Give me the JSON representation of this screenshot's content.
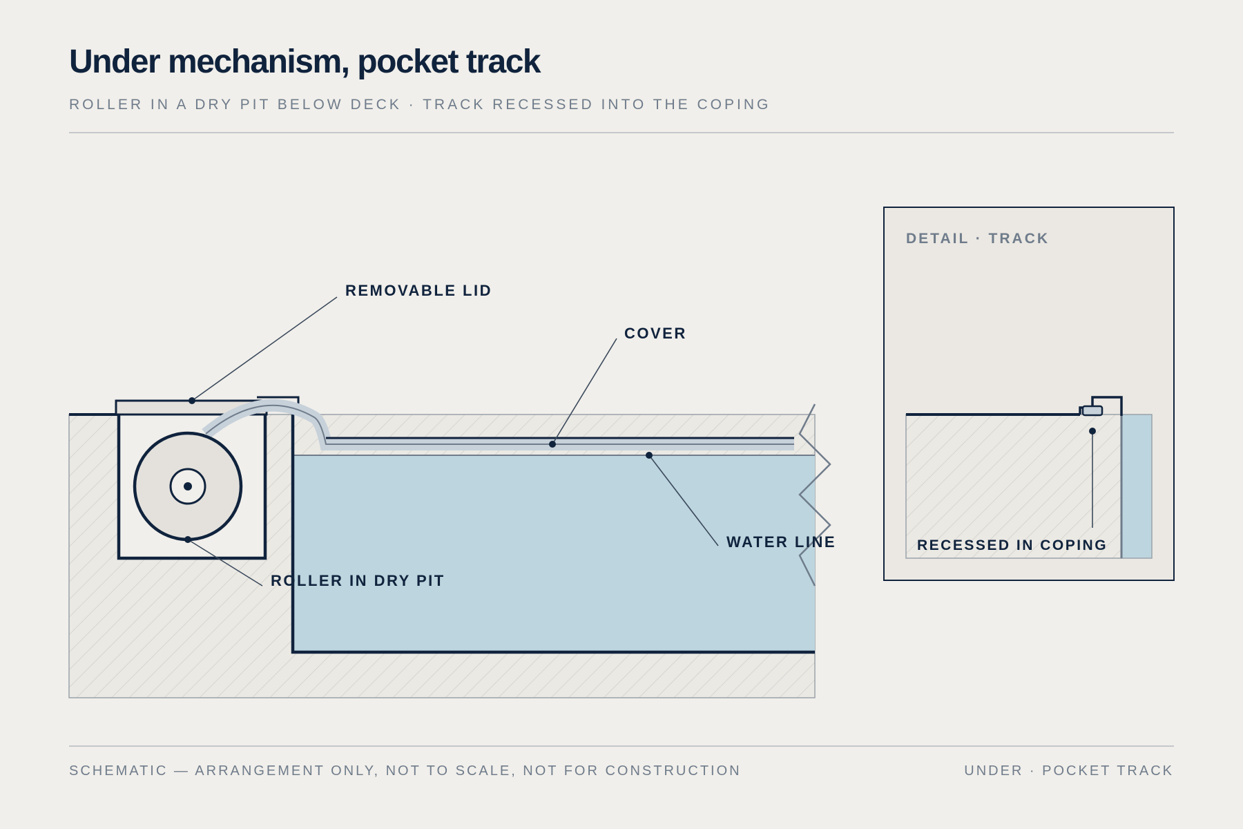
{
  "header": {
    "title": "Under mechanism, pocket track",
    "subtitle": "ROLLER IN A DRY PIT BELOW DECK · TRACK RECESSED INTO THE COPING"
  },
  "diagram": {
    "labels": {
      "removable_lid": "REMOVABLE LID",
      "cover": "COVER",
      "water_line": "WATER LINE",
      "roller": "ROLLER IN DRY PIT"
    },
    "detail": {
      "title": "DETAIL · TRACK",
      "label": "RECESSED IN COPING"
    },
    "colors": {
      "ink": "#10233d",
      "water": "#bdd5de",
      "ground": "#e9e7e2",
      "cover": "#c7d1da",
      "roller": "#e4e1dc"
    }
  },
  "footer": {
    "left": "SCHEMATIC — ARRANGEMENT ONLY, NOT TO SCALE, NOT FOR CONSTRUCTION",
    "right": "UNDER · POCKET TRACK"
  }
}
